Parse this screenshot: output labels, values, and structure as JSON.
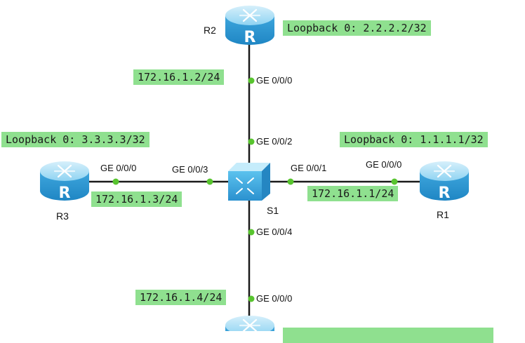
{
  "devices": {
    "r1": {
      "name": "R1",
      "loopback": "Loopback 0: 1.1.1.1/32",
      "port": "GE 0/0/0",
      "ip": "172.16.1.1/24"
    },
    "r2": {
      "name": "R2",
      "loopback": "Loopback 0: 2.2.2.2/32",
      "port": "GE 0/0/0",
      "ip": "172.16.1.2/24"
    },
    "r3": {
      "name": "R3",
      "loopback": "Loopback 0: 3.3.3.3/32",
      "port": "GE 0/0/0",
      "ip": "172.16.1.3/24"
    },
    "r4": {
      "port": "GE 0/0/0",
      "ip": "172.16.1.4/24"
    },
    "s1": {
      "name": "S1",
      "port_r1": "GE 0/0/1",
      "port_r2": "GE 0/0/2",
      "port_r3": "GE 0/0/3",
      "port_r4": "GE 0/0/4"
    }
  },
  "colors": {
    "label_bg": "#8fe08f",
    "router_body": "#4fb7ea",
    "link": "#1a1a1a",
    "port_dot": "#58c42f"
  }
}
